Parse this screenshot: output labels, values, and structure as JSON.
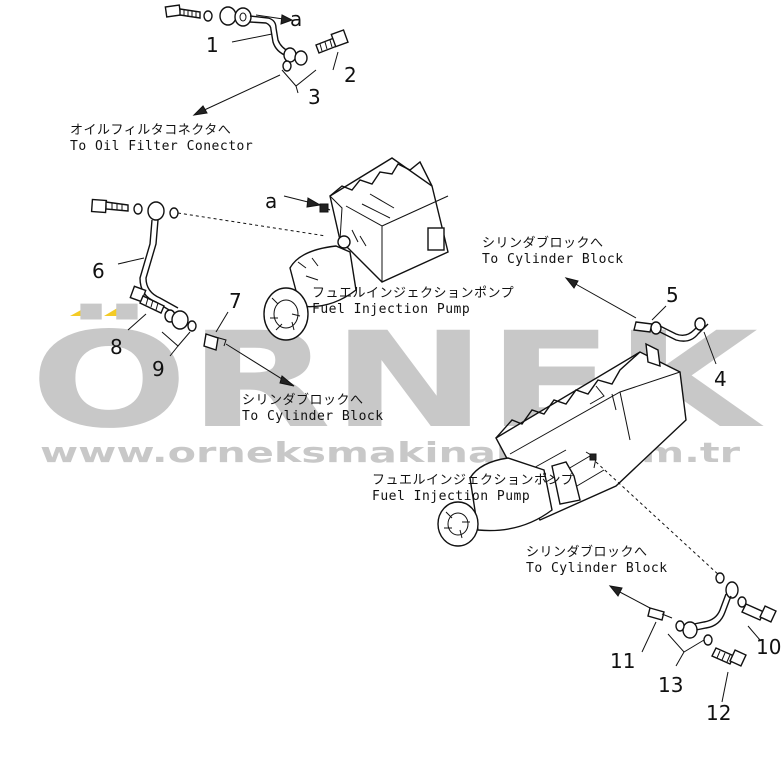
{
  "labels": {
    "a_top": "a",
    "a_mid": "a",
    "n1": "1",
    "n2": "2",
    "n3": "3",
    "n4": "4",
    "n5": "5",
    "n6": "6",
    "n7": "7",
    "n8": "8",
    "n9": "9",
    "n10": "10",
    "n11": "11",
    "n12": "12",
    "n13": "13"
  },
  "captions": {
    "oil_filter_jp": "オイルフィルタコネクタへ",
    "oil_filter_en": "To Oil Filter Conector",
    "cyl_block_a_jp": "シリンダブロックへ",
    "cyl_block_a_en": "To Cylinder Block",
    "pump_a_jp": "フュエルインジェクションポンプ",
    "pump_a_en": "Fuel Injection Pump",
    "cyl_block_b_jp": "シリンダブロックへ",
    "cyl_block_b_en": "To Cylinder Block",
    "pump_b_jp": "フュエルインジェクションポンプ",
    "pump_b_en": "Fuel Injection Pump",
    "cyl_block_c_jp": "シリンダブロックへ",
    "cyl_block_c_en": "To Cylinder Block"
  },
  "watermark": {
    "brand": "ÖRNEK",
    "url": "www.orneksmakinalari.com.tr"
  },
  "colors": {
    "line": "#111111",
    "watermark": "#c8c8c8",
    "accent": "#f2c200"
  }
}
